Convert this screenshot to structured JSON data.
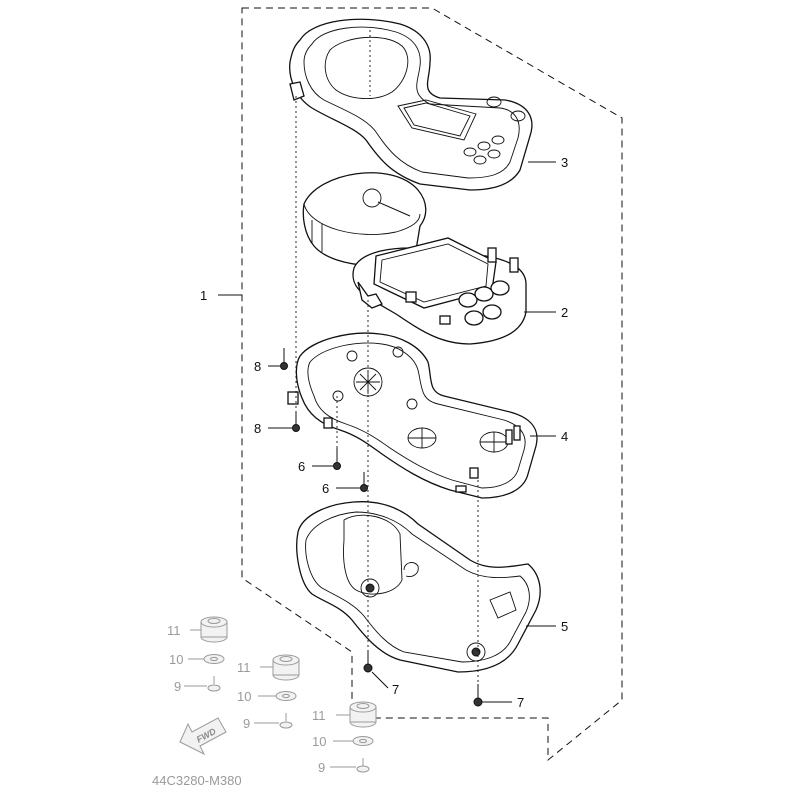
{
  "labels": {
    "p1": "1",
    "p2": "2",
    "p3": "3",
    "p4": "4",
    "p5": "5",
    "p6a": "6",
    "p6b": "6",
    "p7a": "7",
    "p7b": "7",
    "p8a": "8",
    "p8b": "8"
  },
  "option_labels": [
    {
      "n11": "11",
      "n10": "10",
      "n9": "9"
    },
    {
      "n11": "11",
      "n10": "10",
      "n9": "9"
    },
    {
      "n11": "11",
      "n10": "10",
      "n9": "9"
    }
  ],
  "fwd_label": "FWD",
  "diagram_code": "44C3280-M380"
}
